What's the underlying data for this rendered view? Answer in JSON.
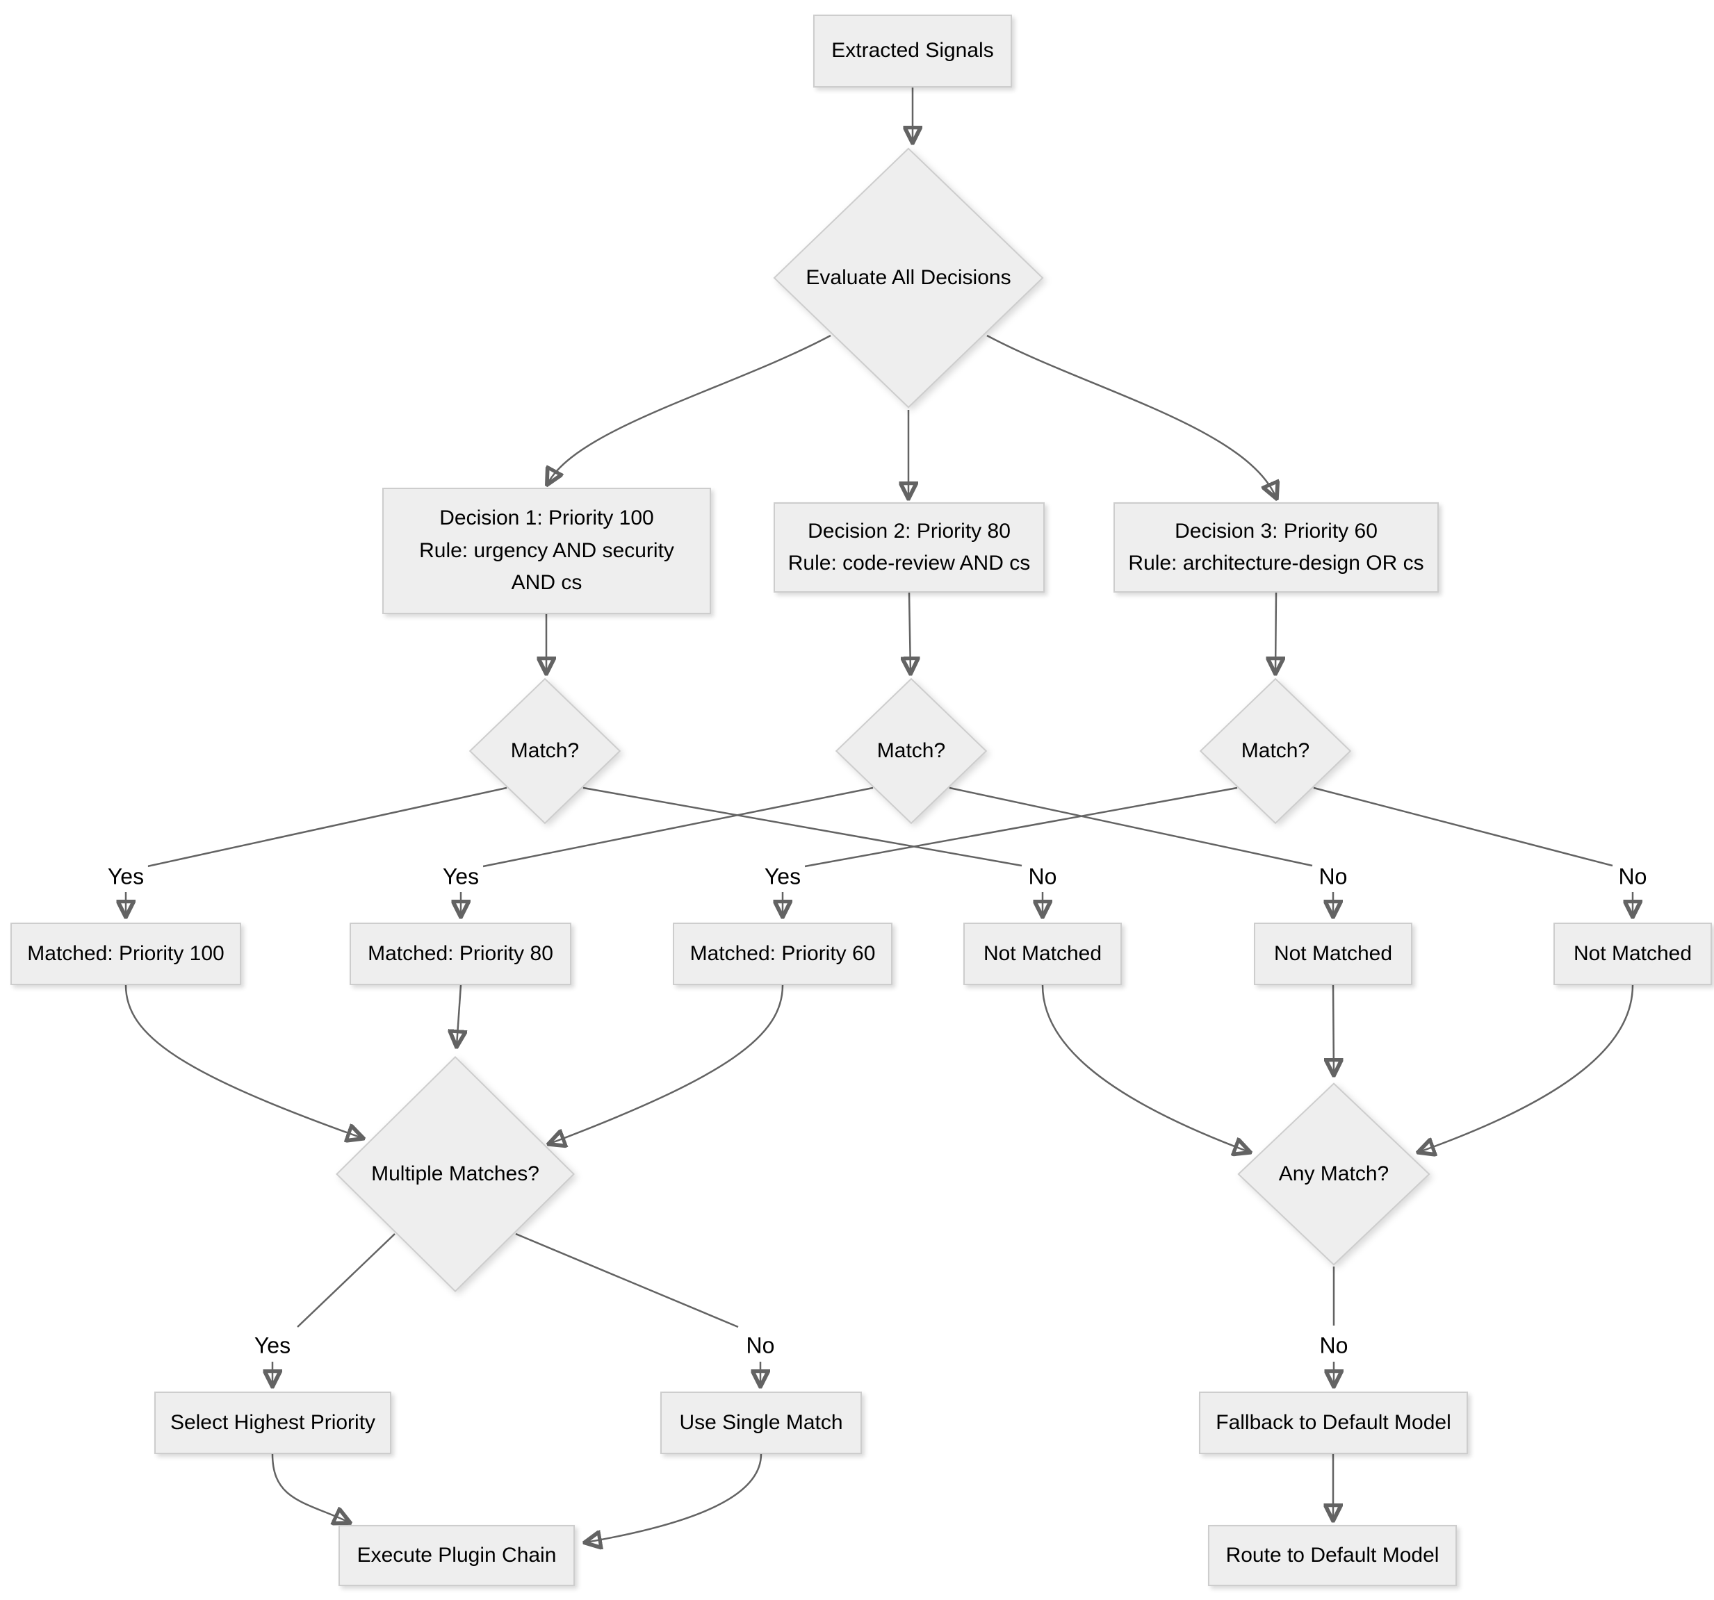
{
  "diagram": {
    "nodes": {
      "extracted_signals": "Extracted Signals",
      "evaluate_all": "Evaluate All Decisions",
      "decision1": "Decision 1: Priority 100\nRule: urgency AND security\nAND cs",
      "decision2": "Decision 2: Priority 80\nRule: code-review AND cs",
      "decision3": "Decision 3: Priority 60\nRule: architecture-design OR cs",
      "match1": "Match?",
      "match2": "Match?",
      "match3": "Match?",
      "matched_100": "Matched: Priority 100",
      "matched_80": "Matched: Priority 80",
      "matched_60": "Matched: Priority 60",
      "not_matched_1": "Not Matched",
      "not_matched_2": "Not Matched",
      "not_matched_3": "Not Matched",
      "multiple_matches": "Multiple Matches?",
      "any_match": "Any Match?",
      "select_highest": "Select Highest Priority",
      "use_single": "Use Single Match",
      "fallback_default": "Fallback to Default Model",
      "execute_chain": "Execute Plugin Chain",
      "route_default": "Route to Default Model"
    },
    "edge_labels": {
      "yes1": "Yes",
      "yes2": "Yes",
      "yes3": "Yes",
      "no1": "No",
      "no2": "No",
      "no3": "No",
      "yes_multiple": "Yes",
      "no_multiple": "No",
      "no_any": "No"
    },
    "colors": {
      "node_fill": "#eeeeee",
      "node_border": "#cdcdcd",
      "edge": "#636363",
      "text": "#000000",
      "background": "#ffffff"
    }
  }
}
